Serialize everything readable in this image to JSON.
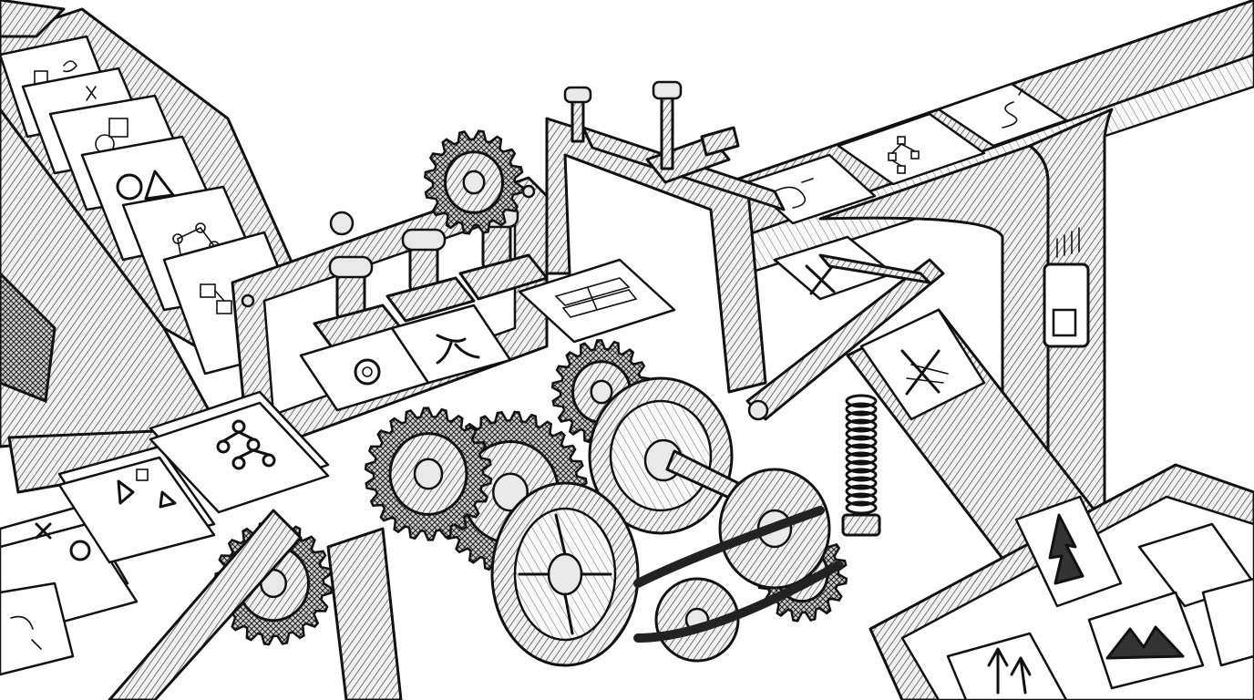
{
  "scene": {
    "palette": {
      "ink": "#111111",
      "paper": "#ffffff",
      "shade": "#d8d8d8"
    },
    "gears": [
      {
        "teeth": 28
      },
      {
        "teeth": 22
      },
      {
        "teeth": 18
      },
      {
        "teeth": 20
      },
      {
        "teeth": 16
      },
      {
        "teeth": 16
      }
    ],
    "conveyor_cards": [
      "tree-diagram-icon",
      "flowchart-icon",
      "scribble-icon",
      "cross-icon"
    ],
    "input_cards": [
      "shapes-icon",
      "circle-triangle-icon",
      "graph-icon",
      "blocks-icon"
    ],
    "output_cards": [
      "tree-icon",
      "arrows-icon",
      "mountain-icon"
    ]
  }
}
